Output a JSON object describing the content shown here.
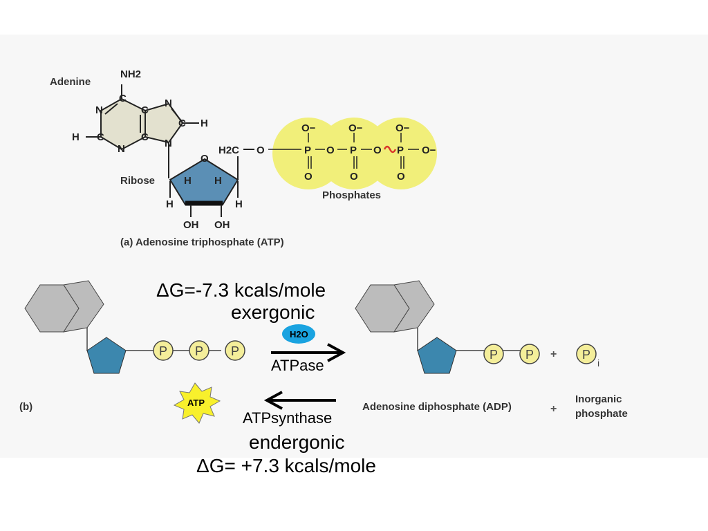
{
  "panel_a": {
    "adenine_label": "Adenine",
    "ribose_label": "Ribose",
    "phosphates_label": "Phosphates",
    "caption": "(a)  Adenosine triphosphate (ATP)",
    "atoms": {
      "nh2": "NH2",
      "n": "N",
      "c": "C",
      "h": "H",
      "o": "O",
      "o_minus": "O−",
      "p": "P",
      "oh": "OH",
      "h2c": "H2C"
    }
  },
  "panel_b": {
    "label": "(b)",
    "phosphate_symbol": "P",
    "inorganic_subscript": "i",
    "plus": "+",
    "h2o_label": "H2O",
    "atp_star_label": "ATP",
    "adp_label": "Adenosine diphosphate  (ADP)",
    "inorganic_label_line1": "Inorganic",
    "inorganic_label_line2": "phosphate"
  },
  "overlay": {
    "delta_g_forward": "ΔG=-7.3 kcals/mole",
    "exergonic": "exergonic",
    "atpase": "ATPase",
    "atpsynthase": "ATPsynthase",
    "endergonic": "endergonic",
    "delta_g_reverse": "ΔG= +7.3 kcals/mole"
  },
  "colors": {
    "phosphate_glow": "#f1ef7a",
    "purine_fill": "#e3e1cf",
    "ribose_fill": "#5b8fb5",
    "adenine_shape": "#bcbcbc",
    "pentose_shape": "#3c87ae",
    "phosphate_circle": "#f4ee9a",
    "water_blob": "#1aa3e0",
    "atp_star": "#f8f02c",
    "squiggle": "#d9362b"
  }
}
